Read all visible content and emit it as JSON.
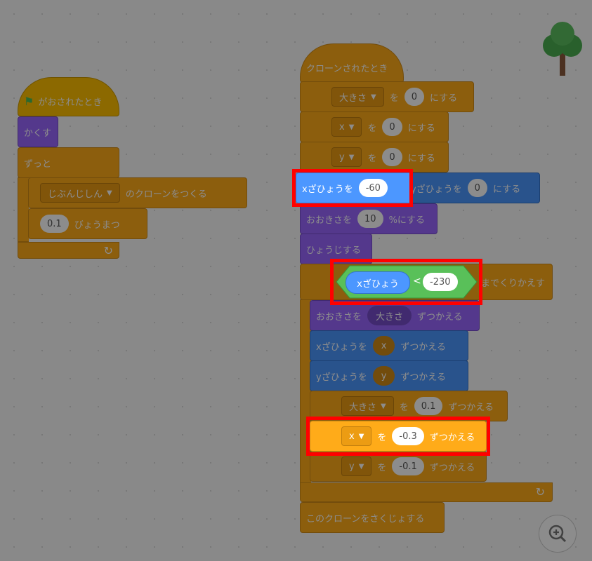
{
  "script1": {
    "hat_label": "がおされたとき",
    "hide_label": "かくす",
    "forever_label": "ずっと",
    "clone": {
      "option": "じぶんじしん",
      "suffix": "のクローンをつくる"
    },
    "wait": {
      "value": "0.1",
      "suffix": "びょうまつ"
    }
  },
  "script2": {
    "hat_label": "クローンされたとき",
    "set_size": {
      "option": "大きさ",
      "mid": "を",
      "value": "0",
      "suffix": "にする"
    },
    "set_x_effect": {
      "option": "x",
      "mid": "を",
      "value": "0",
      "suffix": "にする"
    },
    "set_y_effect": {
      "option": "y",
      "mid": "を",
      "value": "0",
      "suffix": "にする"
    },
    "goto": {
      "prefix": "xざひょうを",
      "x": "-60",
      "sep": "、",
      "mid": "yざひょうを",
      "y": "0",
      "suffix": "にする"
    },
    "size_pct": {
      "prefix": "おおきさを",
      "value": "10",
      "suffix": "%にする"
    },
    "show_label": "ひょうじする",
    "repeat_until": {
      "left": "xざひょう",
      "op": "<",
      "right": "-230",
      "suffix": "までくりかえす"
    },
    "change_size": {
      "prefix": "おおきさを",
      "var": "大きさ",
      "suffix": "ずつかえる"
    },
    "change_x": {
      "prefix": "xざひょうを",
      "var": "x",
      "suffix": "ずつかえる"
    },
    "change_y": {
      "prefix": "yざひょうを",
      "var": "y",
      "suffix": "ずつかえる"
    },
    "change_var_size": {
      "option": "大きさ",
      "mid": "を",
      "value": "0.1",
      "suffix": "ずつかえる"
    },
    "change_var_x": {
      "option": "x",
      "mid": "を",
      "value": "-0.3",
      "suffix": "ずつかえる"
    },
    "change_var_y": {
      "option": "y",
      "mid": "を",
      "value": "-0.1",
      "suffix": "ずつかえる"
    },
    "delete_clone_label": "このクローンをさくじょする"
  },
  "icons": {
    "flag": "green-flag-icon",
    "dropdown": "caret-down-icon",
    "loop": "loop-arrow-icon",
    "zoom": "zoom-in-icon",
    "sprite": "tree-sprite-icon"
  },
  "colors": {
    "events": "#ffbf00",
    "control": "#ffab19",
    "looks": "#9966ff",
    "motion": "#4c97ff",
    "operators": "#59c059",
    "highlight": "#ff0000"
  }
}
